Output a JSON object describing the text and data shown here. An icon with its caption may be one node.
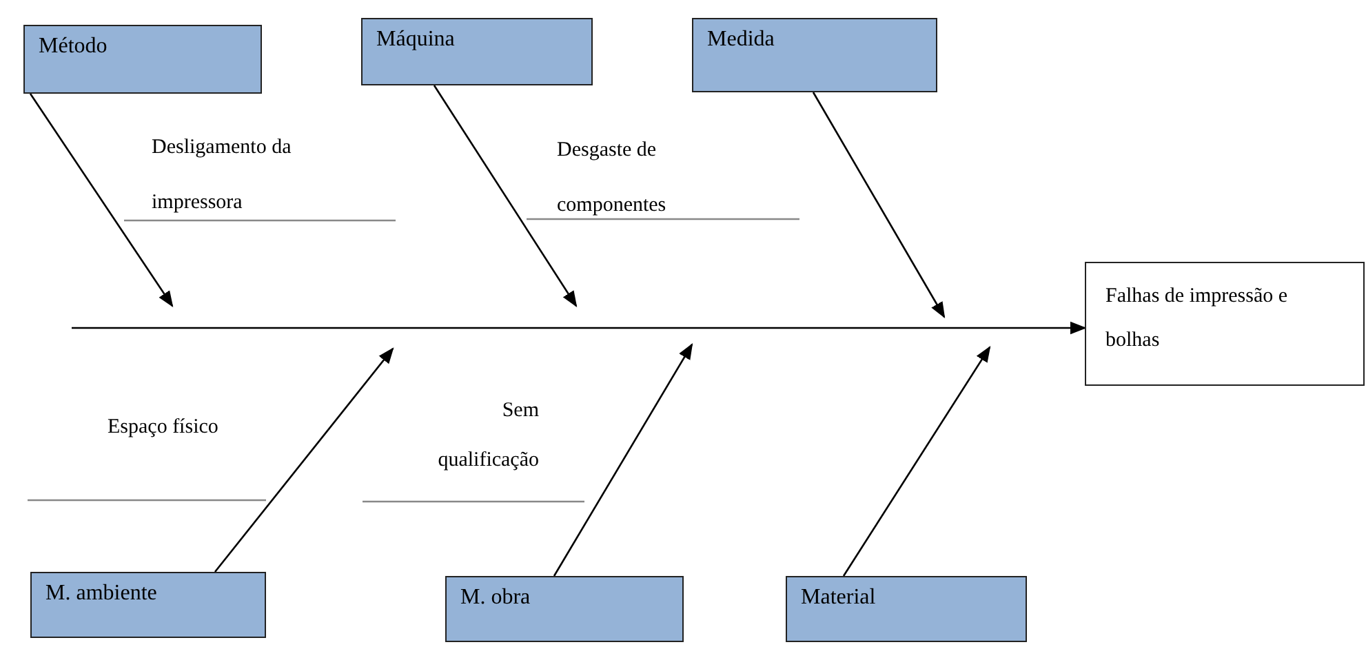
{
  "diagram": {
    "nodes": [
      {
        "text": [
          "Método"
        ]
      },
      {
        "text": [
          "Máquina"
        ]
      },
      {
        "text": [
          "Medida"
        ]
      },
      {
        "text": [
          "Falhas de impressão e bolhas"
        ]
      },
      {
        "text": [
          "M. ambiente"
        ]
      },
      {
        "text": [
          "M. obra"
        ]
      },
      {
        "text": [
          "Material"
        ]
      }
    ],
    "edges": [
      {
        "from": null,
        "to": 3,
        "arrow": "to"
      },
      {
        "from": 0,
        "to": null,
        "arrow": "to"
      },
      {
        "from": 1,
        "to": null,
        "arrow": "to"
      },
      {
        "from": 2,
        "to": null,
        "arrow": "to"
      },
      {
        "from": 4,
        "to": null,
        "arrow": "to"
      },
      {
        "from": 5,
        "to": null,
        "arrow": "to"
      },
      {
        "from": 6,
        "to": null,
        "arrow": "to"
      }
    ],
    "labels": [
      "Desligamento da impressora",
      "Desgaste de componentes",
      "Espaço físico",
      "Sem qualificação"
    ]
  }
}
